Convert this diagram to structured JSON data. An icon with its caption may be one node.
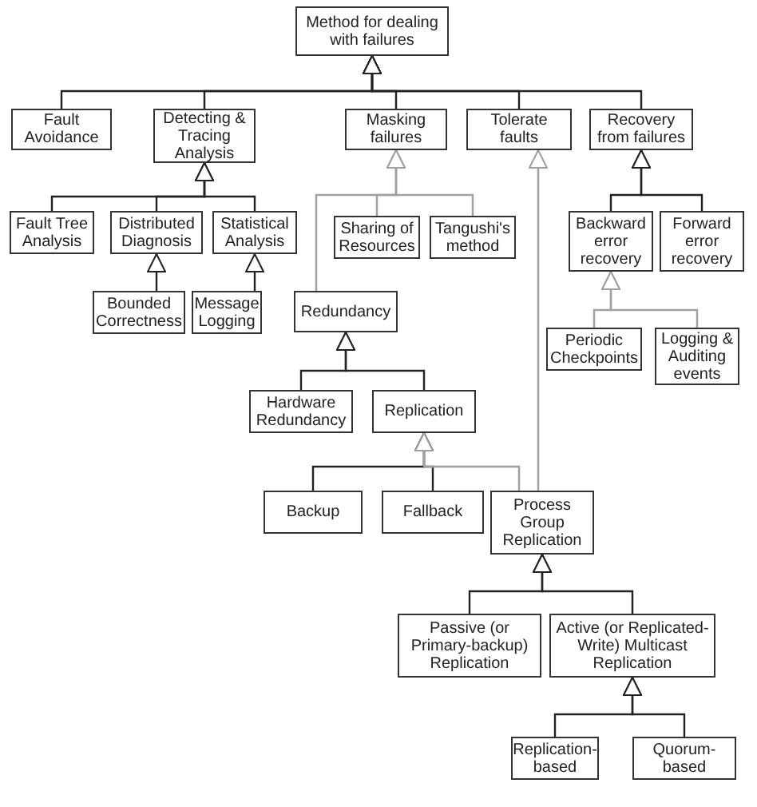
{
  "diagram": {
    "nodes": [
      {
        "text": [
          "Method for dealing with failures"
        ]
      },
      {
        "text": [
          "Fault Avoidance"
        ]
      },
      {
        "text": [
          "Detecting & Tracing Analysis"
        ]
      },
      {
        "text": [
          "Masking failures"
        ]
      },
      {
        "text": [
          "Tolerate faults"
        ]
      },
      {
        "text": [
          "Recovery from failures"
        ]
      },
      {
        "text": [
          "Fault Tree Analysis"
        ]
      },
      {
        "text": [
          "Distributed Diagnosis"
        ]
      },
      {
        "text": [
          "Statistical Analysis"
        ]
      },
      {
        "text": [
          "Sharing of Resources"
        ]
      },
      {
        "text": [
          "Tangushi's method"
        ]
      },
      {
        "text": [
          "Backward error recovery"
        ]
      },
      {
        "text": [
          "Forward error recovery"
        ]
      },
      {
        "text": [
          "Bounded Correctness"
        ]
      },
      {
        "text": [
          "Message Logging"
        ]
      },
      {
        "text": [
          "Redundancy"
        ]
      },
      {
        "text": [
          "Periodic Checkpoints"
        ]
      },
      {
        "text": [
          "Logging & Auditing events"
        ]
      },
      {
        "text": [
          "Hardware Redundancy"
        ]
      },
      {
        "text": [
          "Replication"
        ]
      },
      {
        "text": [
          "Backup"
        ]
      },
      {
        "text": [
          "Fallback"
        ]
      },
      {
        "text": [
          "Process Group Replication"
        ]
      },
      {
        "text": [
          "Passive (or Primary-backup) Replication"
        ]
      },
      {
        "text": [
          "Active (or Replicated-Write) Multicast Replication"
        ]
      },
      {
        "text": [
          "Replication-based"
        ]
      },
      {
        "text": [
          "Quorum-based"
        ]
      }
    ],
    "edges": [
      {
        "from": 1,
        "to": 0,
        "arrow": "to"
      },
      {
        "from": 2,
        "to": 0,
        "arrow": "to"
      },
      {
        "from": 3,
        "to": 0,
        "arrow": "to"
      },
      {
        "from": 4,
        "to": 0,
        "arrow": "to"
      },
      {
        "from": 5,
        "to": 0,
        "arrow": "to"
      },
      {
        "from": 6,
        "to": 2,
        "arrow": "to"
      },
      {
        "from": 7,
        "to": 2,
        "arrow": "to"
      },
      {
        "from": 8,
        "to": 2,
        "arrow": "to"
      },
      {
        "from": 9,
        "to": 3,
        "arrow": "to",
        "color": "#a0a0a0"
      },
      {
        "from": 10,
        "to": 3,
        "arrow": "to",
        "color": "#a0a0a0"
      },
      {
        "from": 15,
        "to": 3,
        "arrow": "to",
        "color": "#a0a0a0"
      },
      {
        "from": 11,
        "to": 5,
        "arrow": "to"
      },
      {
        "from": 12,
        "to": 5,
        "arrow": "to"
      },
      {
        "from": 13,
        "to": 7,
        "arrow": "to"
      },
      {
        "from": 14,
        "to": 8,
        "arrow": "to"
      },
      {
        "from": 16,
        "to": 11,
        "arrow": "to",
        "color": "#a0a0a0"
      },
      {
        "from": 17,
        "to": 11,
        "arrow": "to",
        "color": "#a0a0a0"
      },
      {
        "from": 18,
        "to": 15,
        "arrow": "to"
      },
      {
        "from": 19,
        "to": 15,
        "arrow": "to"
      },
      {
        "from": 20,
        "to": 19,
        "arrow": "to"
      },
      {
        "from": 21,
        "to": 19,
        "arrow": "to"
      },
      {
        "from": 22,
        "to": 19,
        "arrow": "to",
        "color": "#a0a0a0"
      },
      {
        "from": 22,
        "to": 4,
        "arrow": "to",
        "color": "#a0a0a0"
      },
      {
        "from": 23,
        "to": 22,
        "arrow": "to"
      },
      {
        "from": 24,
        "to": 22,
        "arrow": "to"
      },
      {
        "from": 25,
        "to": 24,
        "arrow": "to"
      },
      {
        "from": 26,
        "to": 24,
        "arrow": "to"
      }
    ]
  }
}
